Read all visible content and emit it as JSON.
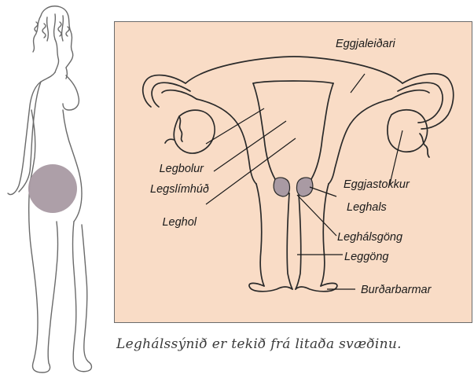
{
  "labels": {
    "fallopian_tube": "Eggjaleiðari",
    "uterus_body": "Legbolur",
    "endometrium": "Legslímhúð",
    "uterine_cavity": "Leghol",
    "ovary": "Eggjastokkur",
    "cervix": "Leghals",
    "cervical_canal": "Leghálsgöng",
    "vagina": "Leggöng",
    "labia": "Burðarbarmar"
  },
  "caption": "Leghálssýnið er tekið frá litaða svæðinu.",
  "colors": {
    "panel_background": "#f9dcc6",
    "highlight": "#a99aa3",
    "outline": "#2a2a2a"
  }
}
